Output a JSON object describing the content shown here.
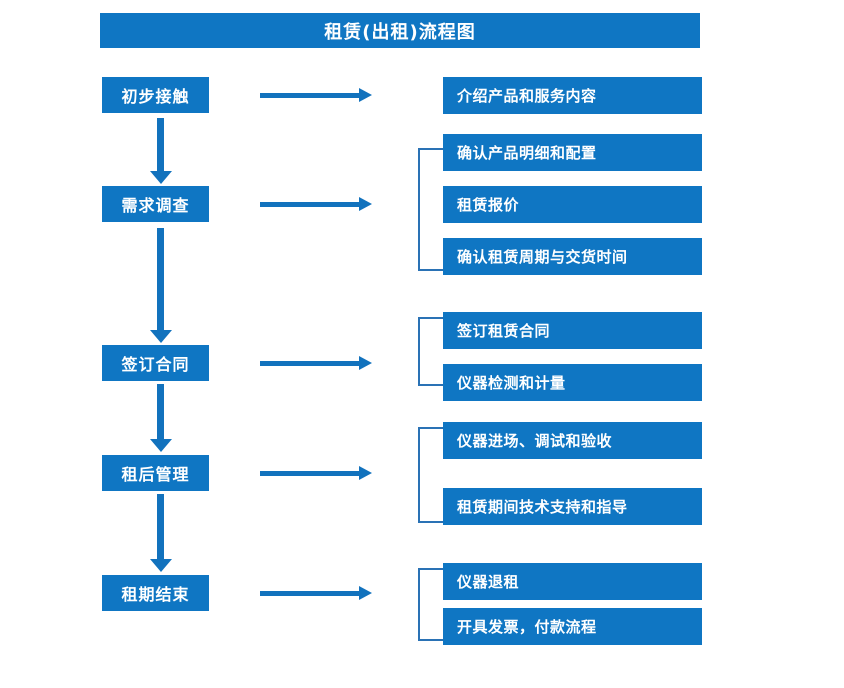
{
  "diagram": {
    "title": "租赁(出租)流程图",
    "accent_color": "#0f76c3",
    "arrow_color": "#1272bd",
    "bracket_color": "#2a72b5",
    "stages": [
      {
        "label": "初步接触"
      },
      {
        "label": "需求调查"
      },
      {
        "label": "签订合同"
      },
      {
        "label": "租后管理"
      },
      {
        "label": "租期结束"
      }
    ],
    "details": [
      {
        "label": "介绍产品和服务内容"
      },
      {
        "label": "确认产品明细和配置"
      },
      {
        "label": "租赁报价"
      },
      {
        "label": "确认租赁周期与交货时间"
      },
      {
        "label": "签订租赁合同"
      },
      {
        "label": "仪器检测和计量"
      },
      {
        "label": "仪器进场、调试和验收"
      },
      {
        "label": "租赁期间技术支持和指导"
      },
      {
        "label": "仪器退租"
      },
      {
        "label": "开具发票，付款流程"
      }
    ]
  }
}
